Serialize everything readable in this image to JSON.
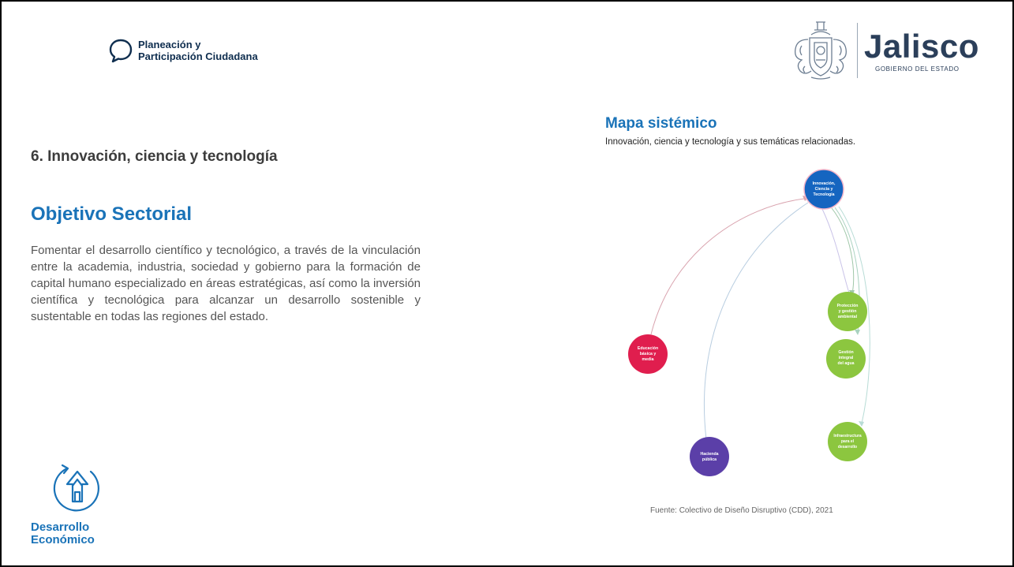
{
  "header": {
    "brand_line1": "Planeación y",
    "brand_line2": "Participación Ciudadana",
    "gov_name": "Jalisco",
    "gov_sub": "GOBIERNO DEL ESTADO"
  },
  "main": {
    "section_title": "6. Innovación, ciencia y tecnología",
    "objective_title": "Objetivo Sectorial",
    "objective_text": "Fomentar el desarrollo científico y tecnológico, a través de la vinculación entre la academia, industria, sociedad y gobierno para la formación de capital humano especializado en áreas estratégicas, así como la inversión científica y tecnológica para alcanzar un desarrollo sostenible y sustentable en todas las regiones del estado."
  },
  "footer_brand": {
    "line1": "Desarrollo",
    "line2": "Económico"
  },
  "map": {
    "title": "Mapa sistémico",
    "subtitle": "Innovación, ciencia y tecnología y sus temáticas relacionadas.",
    "source": "Fuente: Colectivo de Diseño Disruptivo (CDD), 2021",
    "colors": {
      "innovacion": "#1565c0",
      "educacion": "#e01e4e",
      "hacienda": "#5b3fa8",
      "green": "#8cc63f"
    },
    "nodes": {
      "innovacion": [
        "Innovación,",
        "Ciencia y",
        "Tecnología"
      ],
      "proteccion": [
        "Protección",
        "y gestión",
        "ambiental"
      ],
      "agua": [
        "Gestión",
        "integral",
        "del agua"
      ],
      "infraestructura": [
        "Infraestructura",
        "para el",
        "desarrollo"
      ],
      "educacion": [
        "Educación",
        "básica y",
        "media"
      ],
      "hacienda": [
        "Hacienda",
        "pública"
      ]
    }
  }
}
